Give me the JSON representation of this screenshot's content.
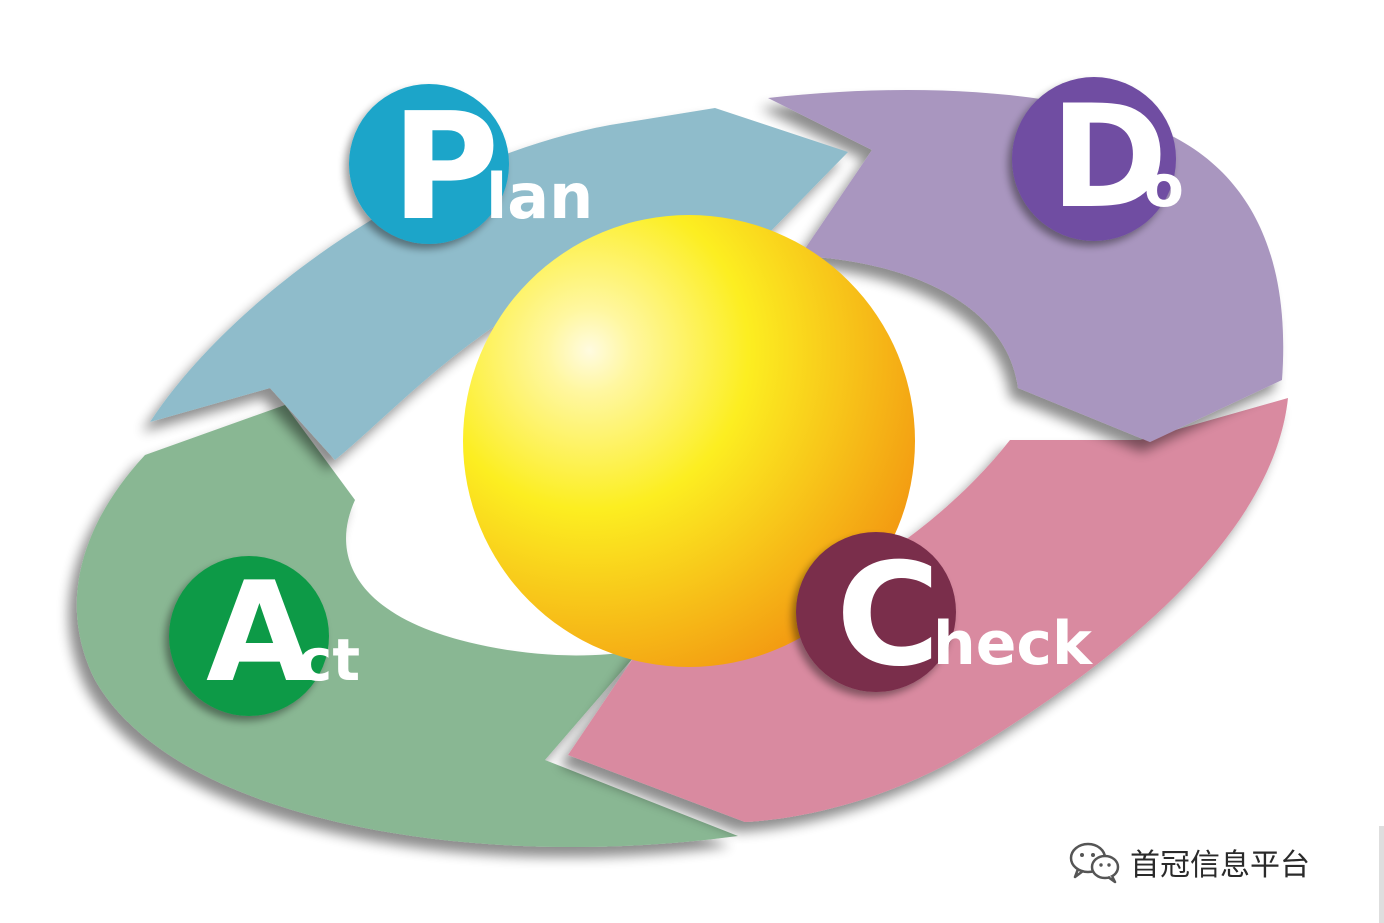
{
  "diagram": {
    "stages": [
      {
        "id": "plan",
        "initial": "P",
        "rest": "lan",
        "arrow_color": "#8fbccb",
        "badge_color": "#1aa5c9"
      },
      {
        "id": "do",
        "initial": "D",
        "rest": "o",
        "arrow_color": "#a996bf",
        "badge_color": "#6f4da2"
      },
      {
        "id": "check",
        "initial": "C",
        "rest": "heck",
        "arrow_color": "#d98aa0",
        "badge_color": "#7a2e4c"
      },
      {
        "id": "act",
        "initial": "A",
        "rest": "ct",
        "arrow_color": "#89b793",
        "badge_color": "#109a47"
      }
    ],
    "center_sphere": {
      "highlight": "#fffbe0",
      "mid": "#fcee21",
      "edge": "#f39c12"
    }
  },
  "watermark": {
    "text": "首冠信息平台",
    "icon": "wechat-chat-icon"
  }
}
